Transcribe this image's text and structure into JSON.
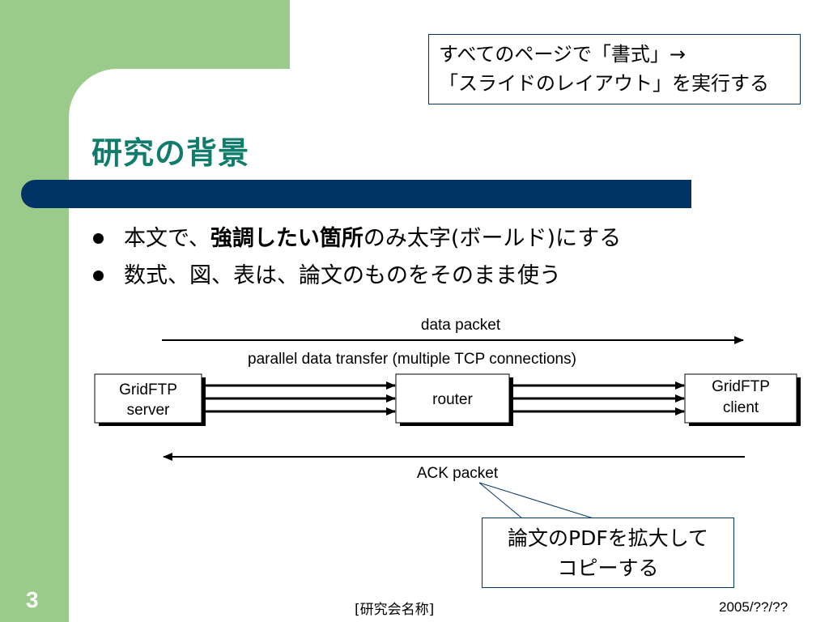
{
  "title": "研究の背景",
  "note": {
    "line1": "すべてのページで「書式」→",
    "line2": "「スライドのレイアウト」を実行する"
  },
  "bullets": [
    {
      "pre": "本文で、",
      "bold": "強調したい箇所",
      "post": "のみ太字(ボールド)にする"
    },
    {
      "text": "数式、図、表は、論文のものをそのまま使う"
    }
  ],
  "diagram": {
    "top_label": "data packet",
    "middle_label": "parallel data transfer (multiple TCP connections)",
    "server_line1": "GridFTP",
    "server_line2": "server",
    "router": "router",
    "client_line1": "GridFTP",
    "client_line2": "client",
    "bottom_label": "ACK packet"
  },
  "callout": {
    "line1": "論文のPDFを拡大して",
    "line2": "コピーする"
  },
  "footer": {
    "slide_number": "3",
    "center": "[研究会名称]",
    "date": "2005/??/??"
  },
  "colors": {
    "green": "#9bcb8b",
    "navy": "#003366",
    "title": "#107c6b"
  }
}
